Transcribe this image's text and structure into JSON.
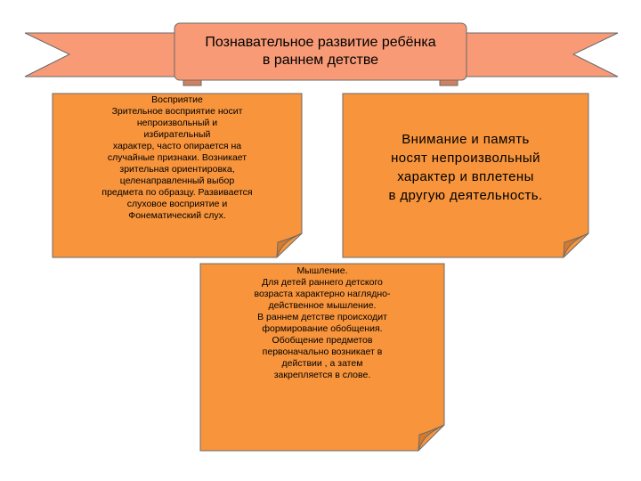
{
  "title": {
    "line1": "Познавательное развитие ребёнка",
    "line2": "в раннем детстве"
  },
  "notes": {
    "perception": {
      "lines": [
        "Восприятие",
        "Зрительное восприятие носит",
        "непроизвольный и",
        "избирательный",
        "характер, часто опирается на",
        "случайные признаки. Возникает",
        "зрительная ориентировка,",
        "целенаправленный выбор",
        "предмета по образцу. Развивается",
        "слуховое восприятие и",
        "Фонематический  слух."
      ]
    },
    "attention": {
      "lines": [
        "Внимание и память",
        "носят непроизвольный",
        "характер и вплетены",
        "в другую деятельность."
      ]
    },
    "thinking": {
      "lines": [
        "Мышление.",
        "Для детей раннего детского",
        "возраста характерно наглядно-",
        "действенное мышление.",
        "В раннем детстве происходит",
        "формирование обобщения.",
        "Обобщение предметов",
        "первоначально возникает в",
        "действии , а затем",
        "закрепляется в слове."
      ]
    }
  },
  "colors": {
    "ribbon": "#F79A75",
    "note": "#F7943C",
    "outline": "#6b6b6b"
  }
}
